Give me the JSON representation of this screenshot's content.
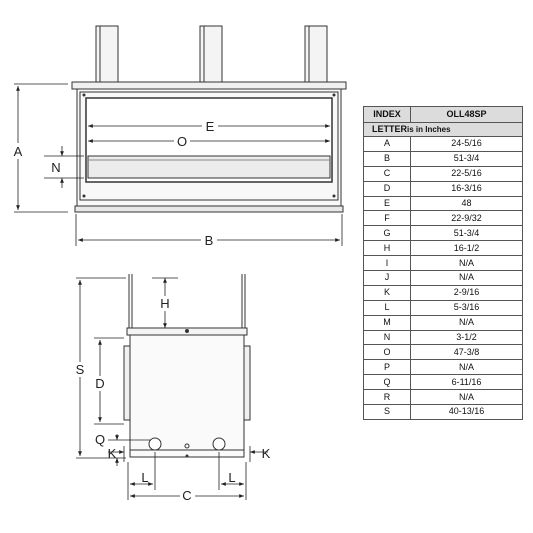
{
  "table": {
    "header_index": "INDEX",
    "header_model": "OLL48SP",
    "header_letter": "LETTER",
    "header_unit": "is in Inches",
    "rows": [
      {
        "letter": "A",
        "value": "24-5/16"
      },
      {
        "letter": "B",
        "value": "51-3/4"
      },
      {
        "letter": "C",
        "value": "22-5/16"
      },
      {
        "letter": "D",
        "value": "16-3/16"
      },
      {
        "letter": "E",
        "value": "48"
      },
      {
        "letter": "F",
        "value": "22-9/32"
      },
      {
        "letter": "G",
        "value": "51-3/4"
      },
      {
        "letter": "H",
        "value": "16-1/2"
      },
      {
        "letter": "I",
        "value": "N/A"
      },
      {
        "letter": "J",
        "value": "N/A"
      },
      {
        "letter": "K",
        "value": "2-9/16"
      },
      {
        "letter": "L",
        "value": "5-3/16"
      },
      {
        "letter": "M",
        "value": "N/A"
      },
      {
        "letter": "N",
        "value": "3-1/2"
      },
      {
        "letter": "O",
        "value": "47-3/8"
      },
      {
        "letter": "P",
        "value": "N/A"
      },
      {
        "letter": "Q",
        "value": "6-11/16"
      },
      {
        "letter": "R",
        "value": "N/A"
      },
      {
        "letter": "S",
        "value": "40-13/16"
      }
    ]
  },
  "front_view": {
    "labels": {
      "A": "A",
      "B": "B",
      "E": "E",
      "O": "O",
      "N": "N"
    }
  },
  "side_view": {
    "labels": {
      "H": "H",
      "S": "S",
      "D": "D",
      "Q": "Q",
      "K_left": "K",
      "K_right": "K",
      "L_left": "L",
      "L_right": "L",
      "C": "C"
    }
  }
}
